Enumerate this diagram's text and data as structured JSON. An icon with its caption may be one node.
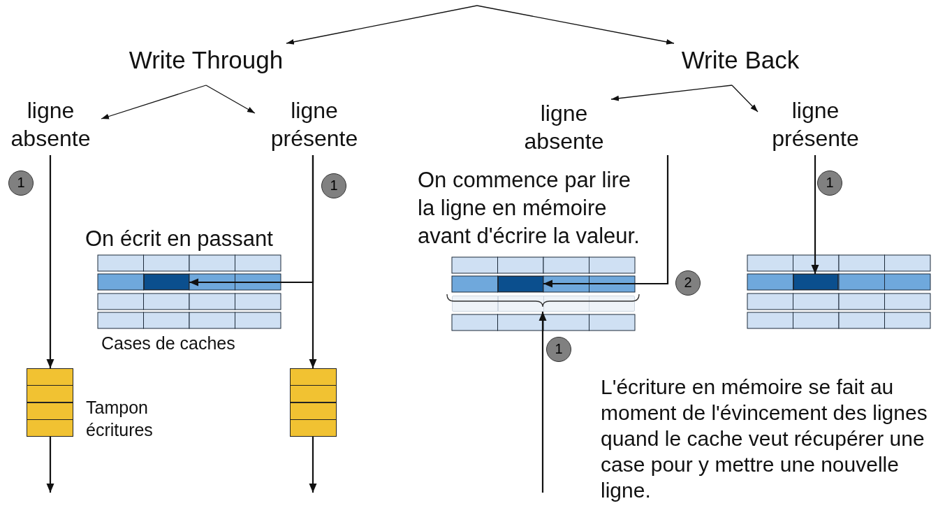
{
  "diagram": {
    "nodes": [
      {
        "text": [
          "Write Through"
        ]
      },
      {
        "text": [
          "Write Back"
        ]
      },
      {
        "text": [
          "ligne absente"
        ]
      },
      {
        "text": [
          "ligne présente"
        ]
      },
      {
        "text": [
          "ligne absente"
        ]
      },
      {
        "text": [
          "ligne présente"
        ]
      },
      {
        "text": [
          "On écrit en passant"
        ],
        "beside": [
          "Cases de caches"
        ]
      },
      {
        "text": [],
        "shape": "box",
        "in": 6
      },
      {
        "text": [],
        "shape": "box",
        "beside": [
          "Tampon écritures"
        ]
      },
      {
        "text": [],
        "shape": "box"
      },
      {
        "text": [
          "On commence par lire la ligne en mémoire avant d'écrire la valeur."
        ]
      },
      {
        "text": [],
        "shape": "box",
        "in": 10
      },
      {
        "text": [],
        "shape": "bar",
        "in": 10
      },
      {
        "text": [],
        "shape": "box"
      },
      {
        "text": [],
        "shape": "box",
        "in": 13
      }
    ],
    "edges": [
      {
        "from": null,
        "to": 0,
        "arrow": "to"
      },
      {
        "from": null,
        "to": 1,
        "arrow": "to"
      },
      {
        "from": 0,
        "to": 2,
        "arrow": "to"
      },
      {
        "from": 0,
        "to": 3,
        "arrow": "to"
      },
      {
        "from": 1,
        "to": 4,
        "arrow": "to"
      },
      {
        "from": 1,
        "to": 5,
        "arrow": "to"
      },
      {
        "from": 2,
        "to": 8,
        "arrow": "to"
      },
      {
        "from": 8,
        "to": null,
        "arrow": "to"
      },
      {
        "from": 3,
        "to": 9,
        "arrow": "to"
      },
      {
        "from": 3,
        "to": 7,
        "arrow": "to"
      },
      {
        "from": 9,
        "to": null,
        "arrow": "to"
      },
      {
        "from": 4,
        "to": 11,
        "arrow": "to"
      },
      {
        "from": null,
        "to": 12,
        "arrow": "to"
      },
      {
        "from": 5,
        "to": 14,
        "arrow": "to"
      }
    ],
    "labels": [
      "1",
      "1",
      "1",
      "2",
      "1",
      "L'écriture en mémoire se fait au moment de l'évincement des lignes quand le cache veut récupérer une case pour y mettre une nouvelle ligne."
    ]
  }
}
